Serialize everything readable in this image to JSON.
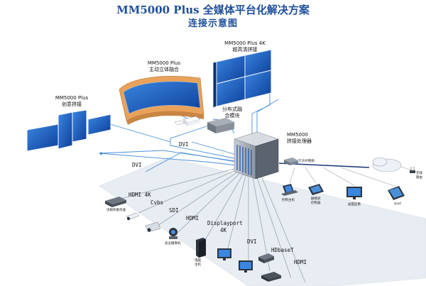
{
  "header": {
    "title_line1": "MM5000 Plus 全媒体平台化解决方案",
    "title_line2": "连接示意图"
  },
  "displays": {
    "uhd_wall": {
      "line1": "MM5000 Plus 4K",
      "line2": "超高清拼接"
    },
    "curved_wall": {
      "line1": "MM5000 Plus",
      "line2": "主动立体融合"
    },
    "creative_wall": {
      "line1": "MM5000 Plus",
      "line2": "创意拼接"
    }
  },
  "modules": {
    "blend": {
      "line1": "分布式融",
      "line2": "合模块"
    },
    "processor": {
      "line1": "MM5000",
      "line2": "拼接处理器"
    }
  },
  "links": {
    "dvi_upper": "DVI",
    "dvi_left": "DVI",
    "network": "TCP/IP网络"
  },
  "inputs": {
    "hdmi4k": "HDMI 4K",
    "cvbs": "Cvbs",
    "sdi": "SDI",
    "hdmi": "HDMI",
    "displayport": "Displayport",
    "displayport_4k": "4K",
    "dvi": "DVI",
    "hdbaset": "HDbaseT",
    "hdmi_bottom": "HDMI"
  },
  "devices": {
    "streaming_server": "流媒体服务器",
    "camera": "会议摄像机",
    "pc": "电脑",
    "pc_line2": "主机",
    "control_host": "控制主机",
    "touch_panel_line1": "触摸屏",
    "touch_panel_line2": "控制器",
    "monitor": "画面监看",
    "ipad": "ipad",
    "wireless_line1": "无线",
    "wireless_line2": "路由"
  },
  "colors": {
    "title": "#1e4f9a",
    "signal_line": "#4a90d9",
    "screen_blue": "#1f5fbf",
    "platform": "#e8edf3",
    "wood": "#e8a25a"
  }
}
